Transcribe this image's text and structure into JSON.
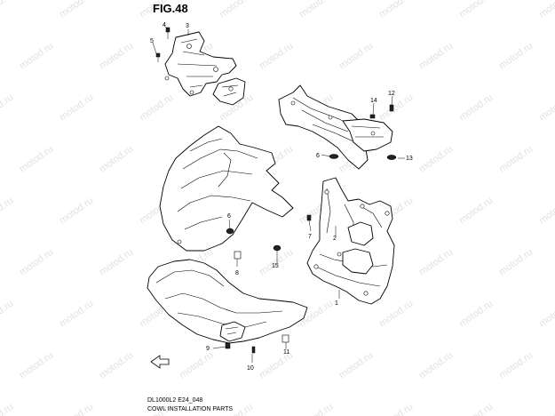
{
  "figure": {
    "title": "FIG.48"
  },
  "footer": {
    "code": "DL1000L2 E24_048",
    "caption": "COWL INSTALLATION PARTS"
  },
  "watermark": {
    "text": "motod.ru"
  },
  "callouts": [
    {
      "id": "c1",
      "label": "1"
    },
    {
      "id": "c2",
      "label": "2"
    },
    {
      "id": "c3",
      "label": "3"
    },
    {
      "id": "c4",
      "label": "4"
    },
    {
      "id": "c5",
      "label": "5"
    },
    {
      "id": "c6a",
      "label": "6"
    },
    {
      "id": "c6b",
      "label": "6"
    },
    {
      "id": "c7",
      "label": "7"
    },
    {
      "id": "c8",
      "label": "8"
    },
    {
      "id": "c9",
      "label": "9"
    },
    {
      "id": "c10",
      "label": "10"
    },
    {
      "id": "c11",
      "label": "11"
    },
    {
      "id": "c12",
      "label": "12"
    },
    {
      "id": "c13",
      "label": "13"
    },
    {
      "id": "c14",
      "label": "14"
    },
    {
      "id": "c15",
      "label": "15"
    }
  ],
  "colors": {
    "line": "#000000",
    "background": "#ffffff",
    "watermark": "#c9c9c9"
  }
}
